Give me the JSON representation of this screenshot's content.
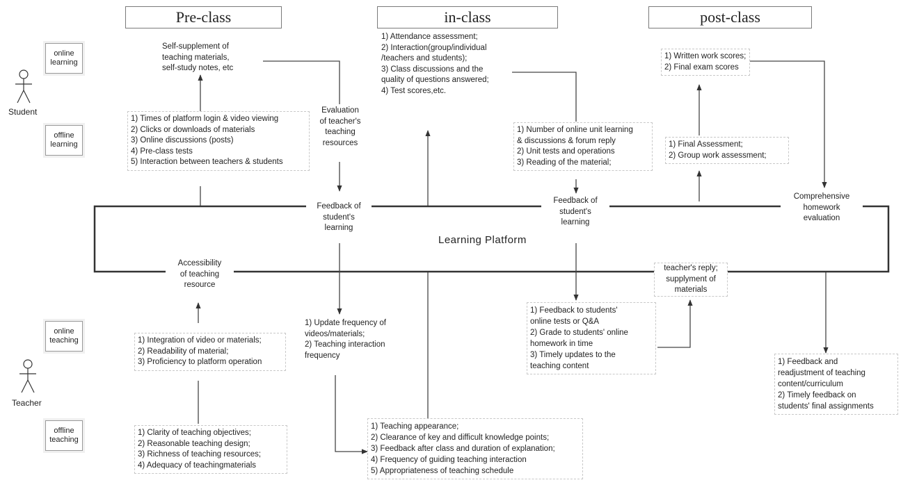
{
  "phases": {
    "pre": "Pre-class",
    "in": "in-class",
    "post": "post-class"
  },
  "actors": {
    "student": "Student",
    "teacher": "Teacher"
  },
  "modes": {
    "online_learning": "online\nlearning",
    "offline_learning": "offline\nlearning",
    "online_teaching": "online\nteaching",
    "offline_teaching": "offline\nteaching"
  },
  "platform": {
    "title": "Learning   Platform"
  },
  "nodes": {
    "self_supplement": "Self-supplement of\nteaching materials,\nself-study notes, etc",
    "student_online_pre": "1) Times of platform login & video viewing\n2) Clicks or downloads of materials\n3) Online discussions (posts)\n4) Pre-class tests\n5) Interaction between teachers & students",
    "evaluation_resources": "Evaluation\nof teacher's\nteaching\nresources",
    "feedback_learning_1": "Feedback of\nstudent's\nlearning",
    "in_class_list": "1) Attendance assessment;\n2)  Interaction(group/individual\n/teachers and students);\n3) Class discussions and the\nquality of questions answered;\n4) Test scores,etc.",
    "online_unit": "1) Number of online unit learning\n& discussions & forum reply\n2) Unit tests and operations\n3) Reading of the material;",
    "feedback_learning_2": "Feedback of\nstudent's\nlearning",
    "written_work": "1) Written work scores;\n2) Final exam scores",
    "final_assessment": "1) Final Assessment;\n2) Group work assessment;",
    "comprehensive": "Comprehensive\nhomework\nevaluation",
    "accessibility": "Accessibility\nof teaching\nresource",
    "teacher_reply": "teacher's reply;\nsupplyment of\nmaterials",
    "integration": "1) Integration of video or materials;\n2) Readability of material;\n3) Proficiency to platform operation",
    "update_frequency": "1) Update frequency of\nvideos/materials;\n2) Teaching interaction\nfrequency",
    "feedback_tests": "1) Feedback to students'\nonline tests or Q&A\n2) Grade to students' online\nhomework in time\n3) Timely updates to the\nteaching content",
    "feedback_readjust": "1) Feedback and\nreadjustment of teaching\ncontent/curriculum\n2) Timely feedback on\nstudents' final assignments",
    "clarity": "1) Clarity of teaching objectives;\n2) Reasonable teaching design;\n3) Richness of teaching resources;\n4) Adequacy of teachingmaterials",
    "teaching_appearance": "1) Teaching appearance;\n2) Clearance of key and difficult knowledge points;\n3) Feedback after class and duration of explanation;\n4) Frequency of guiding teaching interaction\n5) Appropriateness of teaching schedule"
  }
}
